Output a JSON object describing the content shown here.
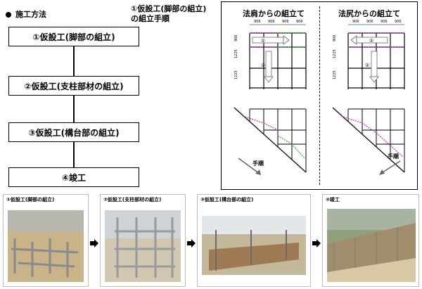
{
  "header": {
    "section_title": "施工方法",
    "subtitle_line1": "①仮設工(脚部の組立)",
    "subtitle_line2": "の組立手順"
  },
  "steps": [
    {
      "label": "①仮設工(脚部の組立)"
    },
    {
      "label": "②仮設工(支柱部材の組立)"
    },
    {
      "label": "③仮設工(構台部の組立)"
    },
    {
      "label": "④竣工"
    }
  ],
  "diagrams": {
    "left": {
      "title": "法肩からの組立て",
      "dims_top": [
        "906",
        "906",
        "906",
        "906"
      ],
      "dim_side_top": "906",
      "dim_side_mid": "1225",
      "dim_side_bot": "1225",
      "step1": "①",
      "step2": "②",
      "direction_label": "手順"
    },
    "right": {
      "title": "法尻からの組立て",
      "dims_top": [
        "906",
        "906",
        "906",
        "906"
      ],
      "dim_side_top": "906",
      "dim_side_mid": "1225",
      "dim_side_bot": "1225",
      "step1": "①",
      "step2": "②",
      "direction_label": "手順"
    }
  },
  "photos": [
    {
      "caption": "①仮設工(脚部の組立)"
    },
    {
      "caption": "②仮設工(支柱部材の組立)"
    },
    {
      "caption": "③仮設工(構台部の組立)"
    },
    {
      "caption": "④竣工"
    }
  ],
  "colors": {
    "accent_magenta": "#c040c0",
    "accent_green": "#40b040"
  }
}
